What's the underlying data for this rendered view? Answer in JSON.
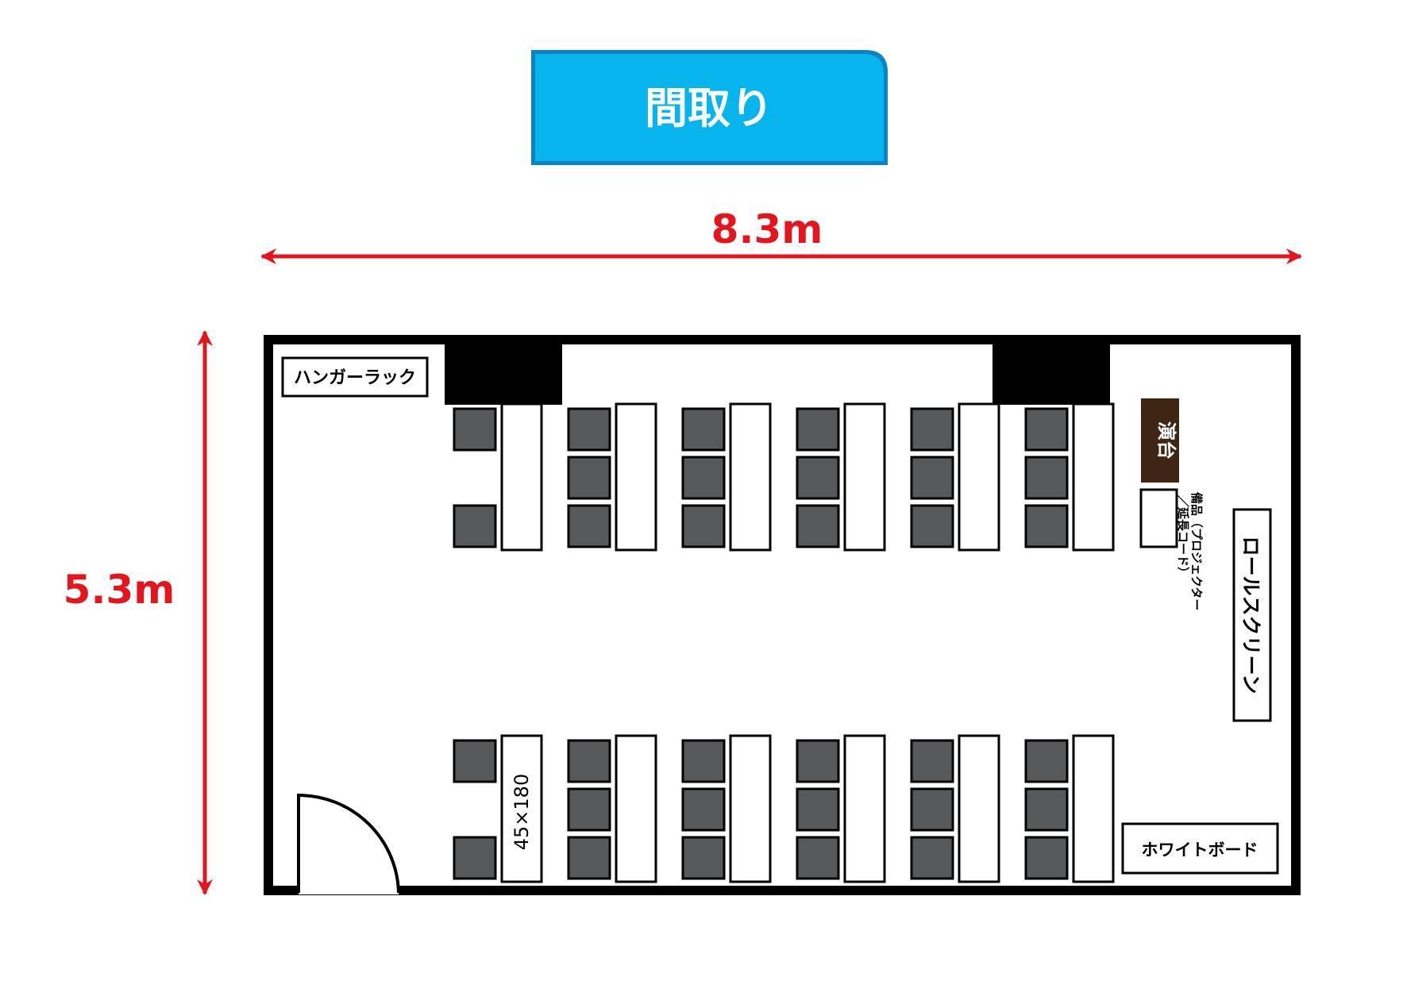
{
  "title": "間取り",
  "width_label": "8.3m",
  "height_label": "5.3m",
  "labels": {
    "hanger_rack": "ハンガーラック",
    "podium": "演台",
    "equipment_line1": "備品（プロジェクター",
    "equipment_line2": "／延長コード）",
    "roll_screen": "ロールスクリーン",
    "whiteboard": "ホワイトボード",
    "table_size": "45×180"
  },
  "colors": {
    "title_bg": "#07b4ec",
    "title_border": "#0a84c6",
    "dimension": "#e5151d",
    "chair": "#58595b",
    "podium": "#3f2514",
    "wall": "#000000"
  }
}
